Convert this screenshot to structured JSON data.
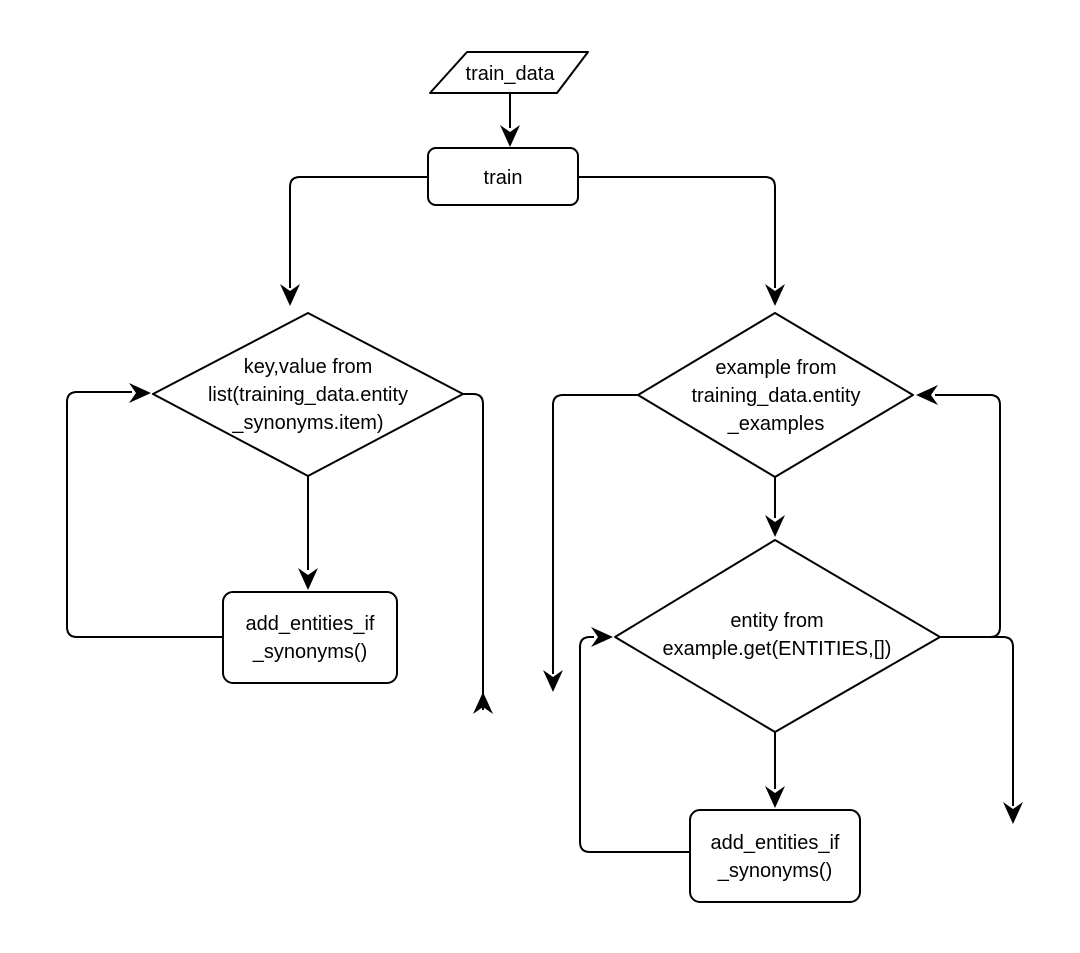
{
  "page": {
    "background": "#ffffff",
    "stroke_color": "#000000",
    "text_color": "#000000"
  },
  "diagram": {
    "type": "flowchart",
    "nodes": [
      {
        "id": "train_data",
        "shape": "parallelogram",
        "role": "input-output",
        "lines": [
          "train_data"
        ]
      },
      {
        "id": "train",
        "shape": "rounded-rect",
        "role": "operation",
        "lines": [
          "train"
        ]
      },
      {
        "id": "loop_synonyms",
        "shape": "diamond",
        "role": "loop-condition",
        "lines": [
          "key,value from",
          "list(training_data.entity",
          "_synonyms.item)"
        ]
      },
      {
        "id": "add_entities_left",
        "shape": "rounded-rect",
        "role": "operation",
        "lines": [
          "add_entities_if",
          "_synonyms()"
        ]
      },
      {
        "id": "loop_examples",
        "shape": "diamond",
        "role": "loop-condition",
        "lines": [
          "example from",
          "training_data.entity",
          "_examples"
        ]
      },
      {
        "id": "loop_entities",
        "shape": "diamond",
        "role": "loop-condition",
        "lines": [
          "entity from",
          "example.get(ENTITIES,[])"
        ]
      },
      {
        "id": "add_entities_right",
        "shape": "rounded-rect",
        "role": "operation",
        "lines": [
          "add_entities_if",
          "_synonyms()"
        ]
      }
    ],
    "edges": [
      {
        "from": "train_data",
        "to": "train"
      },
      {
        "from": "train",
        "to": "loop_synonyms"
      },
      {
        "from": "train",
        "to": "loop_examples"
      },
      {
        "from": "loop_synonyms",
        "to": "add_entities_left"
      },
      {
        "from": "add_entities_left",
        "to": "loop_synonyms"
      },
      {
        "from": "loop_synonyms",
        "to": "exit-down-left"
      },
      {
        "from": "loop_examples",
        "to": "exit-down-middle"
      },
      {
        "from": "loop_examples",
        "to": "loop_entities"
      },
      {
        "from": "loop_entities",
        "to": "add_entities_right"
      },
      {
        "from": "add_entities_right",
        "to": "loop_entities"
      },
      {
        "from": "loop_entities",
        "to": "loop_examples"
      },
      {
        "from": "loop_entities",
        "to": "exit-down-right"
      }
    ]
  }
}
